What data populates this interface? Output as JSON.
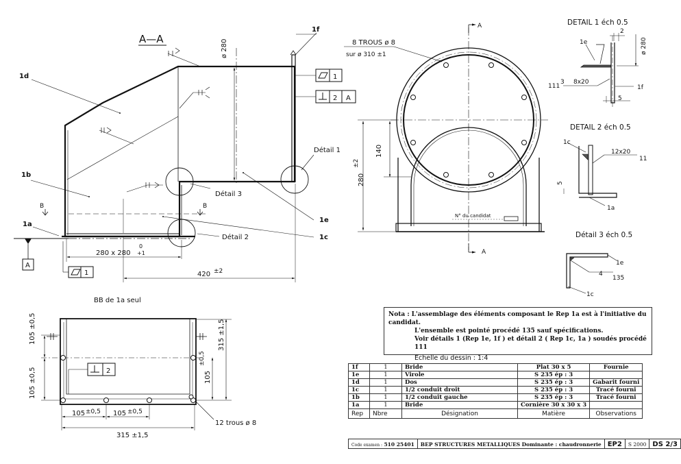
{
  "views": {
    "section_title": "A—A",
    "section_bb_title": "BB de 1a seul",
    "detail1_title": "DETAIL 1 éch 0.5",
    "detail2_title": "DETAIL 2 éch 0.5",
    "detail3_title": "Détail 3 éch 0.5"
  },
  "labels": {
    "p1f": "1f",
    "p1d": "1d",
    "p1b": "1b",
    "p1a": "1a",
    "p1e": "1e",
    "p1c": "1c",
    "detail1": "Détail 1",
    "detail2": "Détail 2",
    "detail3": "Détail 3",
    "datum": "A",
    "cut_b_left": "B",
    "cut_b_right": "B",
    "cut_a_top": "A",
    "cut_a_bottom": "A",
    "holes_main": "8 TROUS ø 8",
    "holes_main_sub": "sur ø 310 ±1",
    "holes_base": "12 trous ø 8",
    "candidate_no": "N° du candidat",
    "weld_8x20": "8x20",
    "weld_111_a": "111",
    "weld_3": "3",
    "weld_12x20": "12x20",
    "weld_111_b": "11",
    "weld_4": "4",
    "weld_135": "135",
    "d1_1e": "1e",
    "d1_1f": "1f",
    "d2_1c": "1c",
    "d2_1a": "1a",
    "d3_1e": "1e",
    "d3_1c": "1c"
  },
  "dims": {
    "d280_dia": "ø 280",
    "d280x280": "280 x 280",
    "d280x280_tol": "+1",
    "d280x280_tol2": "0",
    "d420": "420",
    "d420_tol": "±2",
    "d140": "140",
    "d280_front": "280",
    "d280_front_tol": "±2",
    "d105_top": "105 ±0,5",
    "d105_mid": "105 ±0,5",
    "d315_right": "315 ±1,5",
    "d105_right": "105",
    "d105_right_tol": "±0,5",
    "d105_bot_a": "105",
    "d105_bot_a_tol": "±0,5",
    "d105_bot_b": "105",
    "d105_bot_b_tol": "±0,5",
    "d315_bottom": "315 ±1,5",
    "d1_2": "2",
    "d1_280": "ø 280",
    "d1_5": "5",
    "d2_5": "5",
    "d2_1a": "1a"
  },
  "tolerance_frames": {
    "flatness_value": "1",
    "perp_value": "2",
    "perp_datum": "A",
    "flatness_bottom_value": "1",
    "perp_bb_value": "2"
  },
  "note": {
    "label": "Nota :",
    "line1": "L'assemblage des éléments composant le Rep 1a est à l'initiative du candidat.",
    "line2": "L'ensemble est pointé procédé 135 sauf spécifications.",
    "line3": "Voir détails 1 (Rep 1e, 1f ) et détail 2 ( Rep 1c, 1a ) soudés procédé 111",
    "scale": "Echelle du dessin : 1:4"
  },
  "bom": {
    "rows": [
      {
        "rep": "1f",
        "nbre": "1",
        "designation": "Bride",
        "matiere": "Plat 30 x 5",
        "obs": "Fournie"
      },
      {
        "rep": "1e",
        "nbre": "1",
        "designation": "Virole",
        "matiere": "S 235 ép : 3",
        "obs": ""
      },
      {
        "rep": "1d",
        "nbre": "1",
        "designation": "Dos",
        "matiere": "S 235 ép : 3",
        "obs": "Gabarit fourni"
      },
      {
        "rep": "1c",
        "nbre": "1",
        "designation": "1/2 conduit droit",
        "matiere": "S 235 ép : 3",
        "obs": "Tracé fourni"
      },
      {
        "rep": "1b",
        "nbre": "1",
        "designation": "1/2 conduit gauche",
        "matiere": "S 235 ép : 3",
        "obs": "Tracé fourni"
      },
      {
        "rep": "1a",
        "nbre": "1",
        "designation": "Bride",
        "matiere": "Cornière 30 x 30 x 3",
        "obs": ""
      }
    ],
    "header": {
      "rep": "Rep",
      "nbre": "Nbre",
      "designation": "Désignation",
      "matiere": "Matière",
      "obs": "Observations"
    }
  },
  "cartouche": {
    "code_label": "Code examen :",
    "code": "510 25401",
    "title": "BEP STRUCTURES METALLIQUES",
    "dominante": "Dominante : chaudronnerie",
    "exam": "EP2",
    "session": "S 2000",
    "sheet": "DS 2/3"
  }
}
